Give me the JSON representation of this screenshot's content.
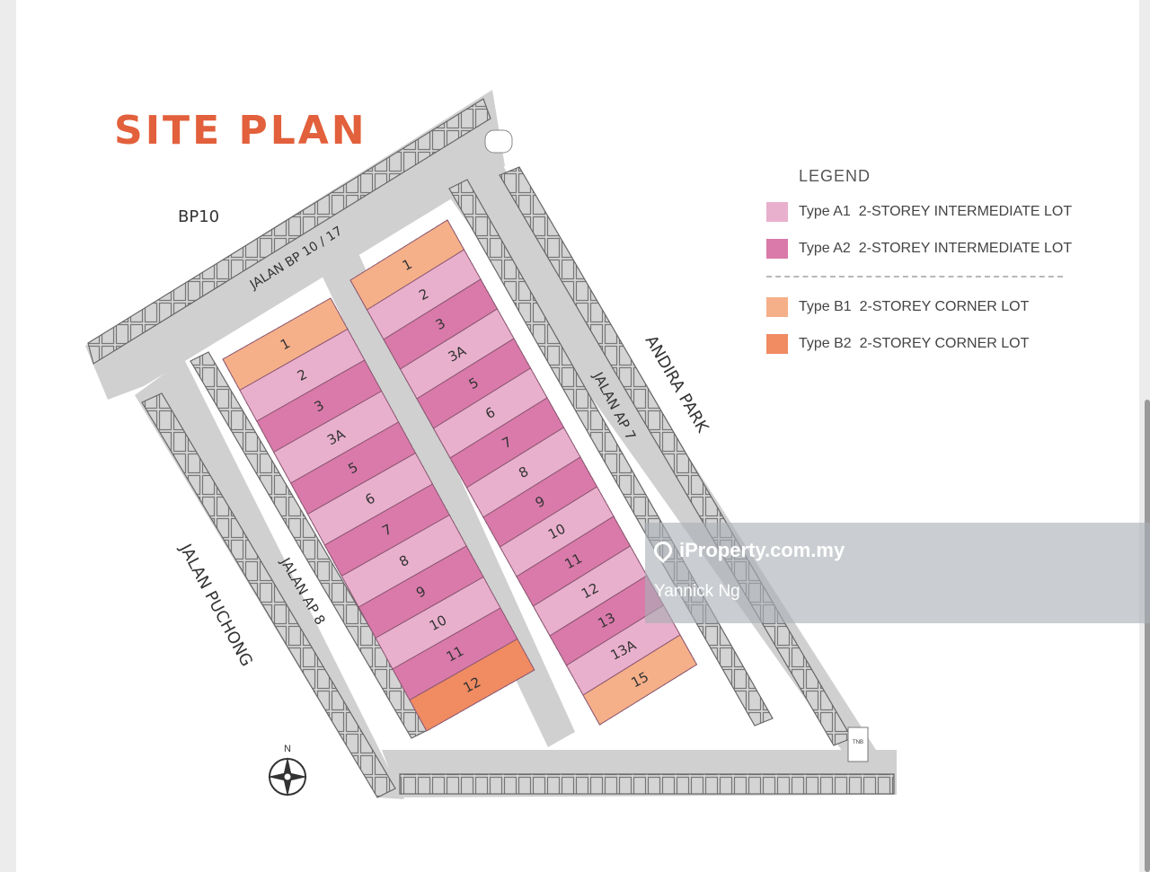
{
  "title": "SITE PLAN",
  "legend": {
    "title": "LEGEND",
    "items": [
      {
        "type": "Type A1",
        "desc": "2-STOREY INTERMEDIATE LOT",
        "color": "#e9b0cd"
      },
      {
        "type": "Type A2",
        "desc": "2-STOREY INTERMEDIATE LOT",
        "color": "#d97aaa"
      },
      {
        "type": "Type B1",
        "desc": "2-STOREY CORNER LOT",
        "color": "#f5b089"
      },
      {
        "type": "Type B2",
        "desc": "2-STOREY CORNER LOT",
        "color": "#f08b62"
      }
    ]
  },
  "roads": {
    "bp10": "BP10",
    "jalan_bp": "JALAN BP 10 / 17",
    "andira": "ANDIRA PARK",
    "ap7": "JALAN  AP 7",
    "ap8": "JALAN  AP 8",
    "puchong": "JALAN PUCHONG"
  },
  "compass": "N",
  "tnb": "TNB",
  "left_block_lots": [
    "1",
    "2",
    "3",
    "3A",
    "5",
    "6",
    "7",
    "8",
    "9",
    "10",
    "11",
    "12"
  ],
  "left_block_types": [
    "B1",
    "A1",
    "A2",
    "A1",
    "A2",
    "A1",
    "A2",
    "A1",
    "A2",
    "A1",
    "A2",
    "B2"
  ],
  "right_block_lots": [
    "1",
    "2",
    "3",
    "3A",
    "5",
    "6",
    "7",
    "8",
    "9",
    "10",
    "11",
    "12",
    "13",
    "13A",
    "15"
  ],
  "right_block_types": [
    "B1",
    "A1",
    "A2",
    "A1",
    "A2",
    "A1",
    "A2",
    "A1",
    "A2",
    "A1",
    "A2",
    "A1",
    "A2",
    "A1",
    "B1"
  ],
  "watermark": {
    "brand": "iProperty.com.my",
    "user": "Yannick Ng"
  }
}
